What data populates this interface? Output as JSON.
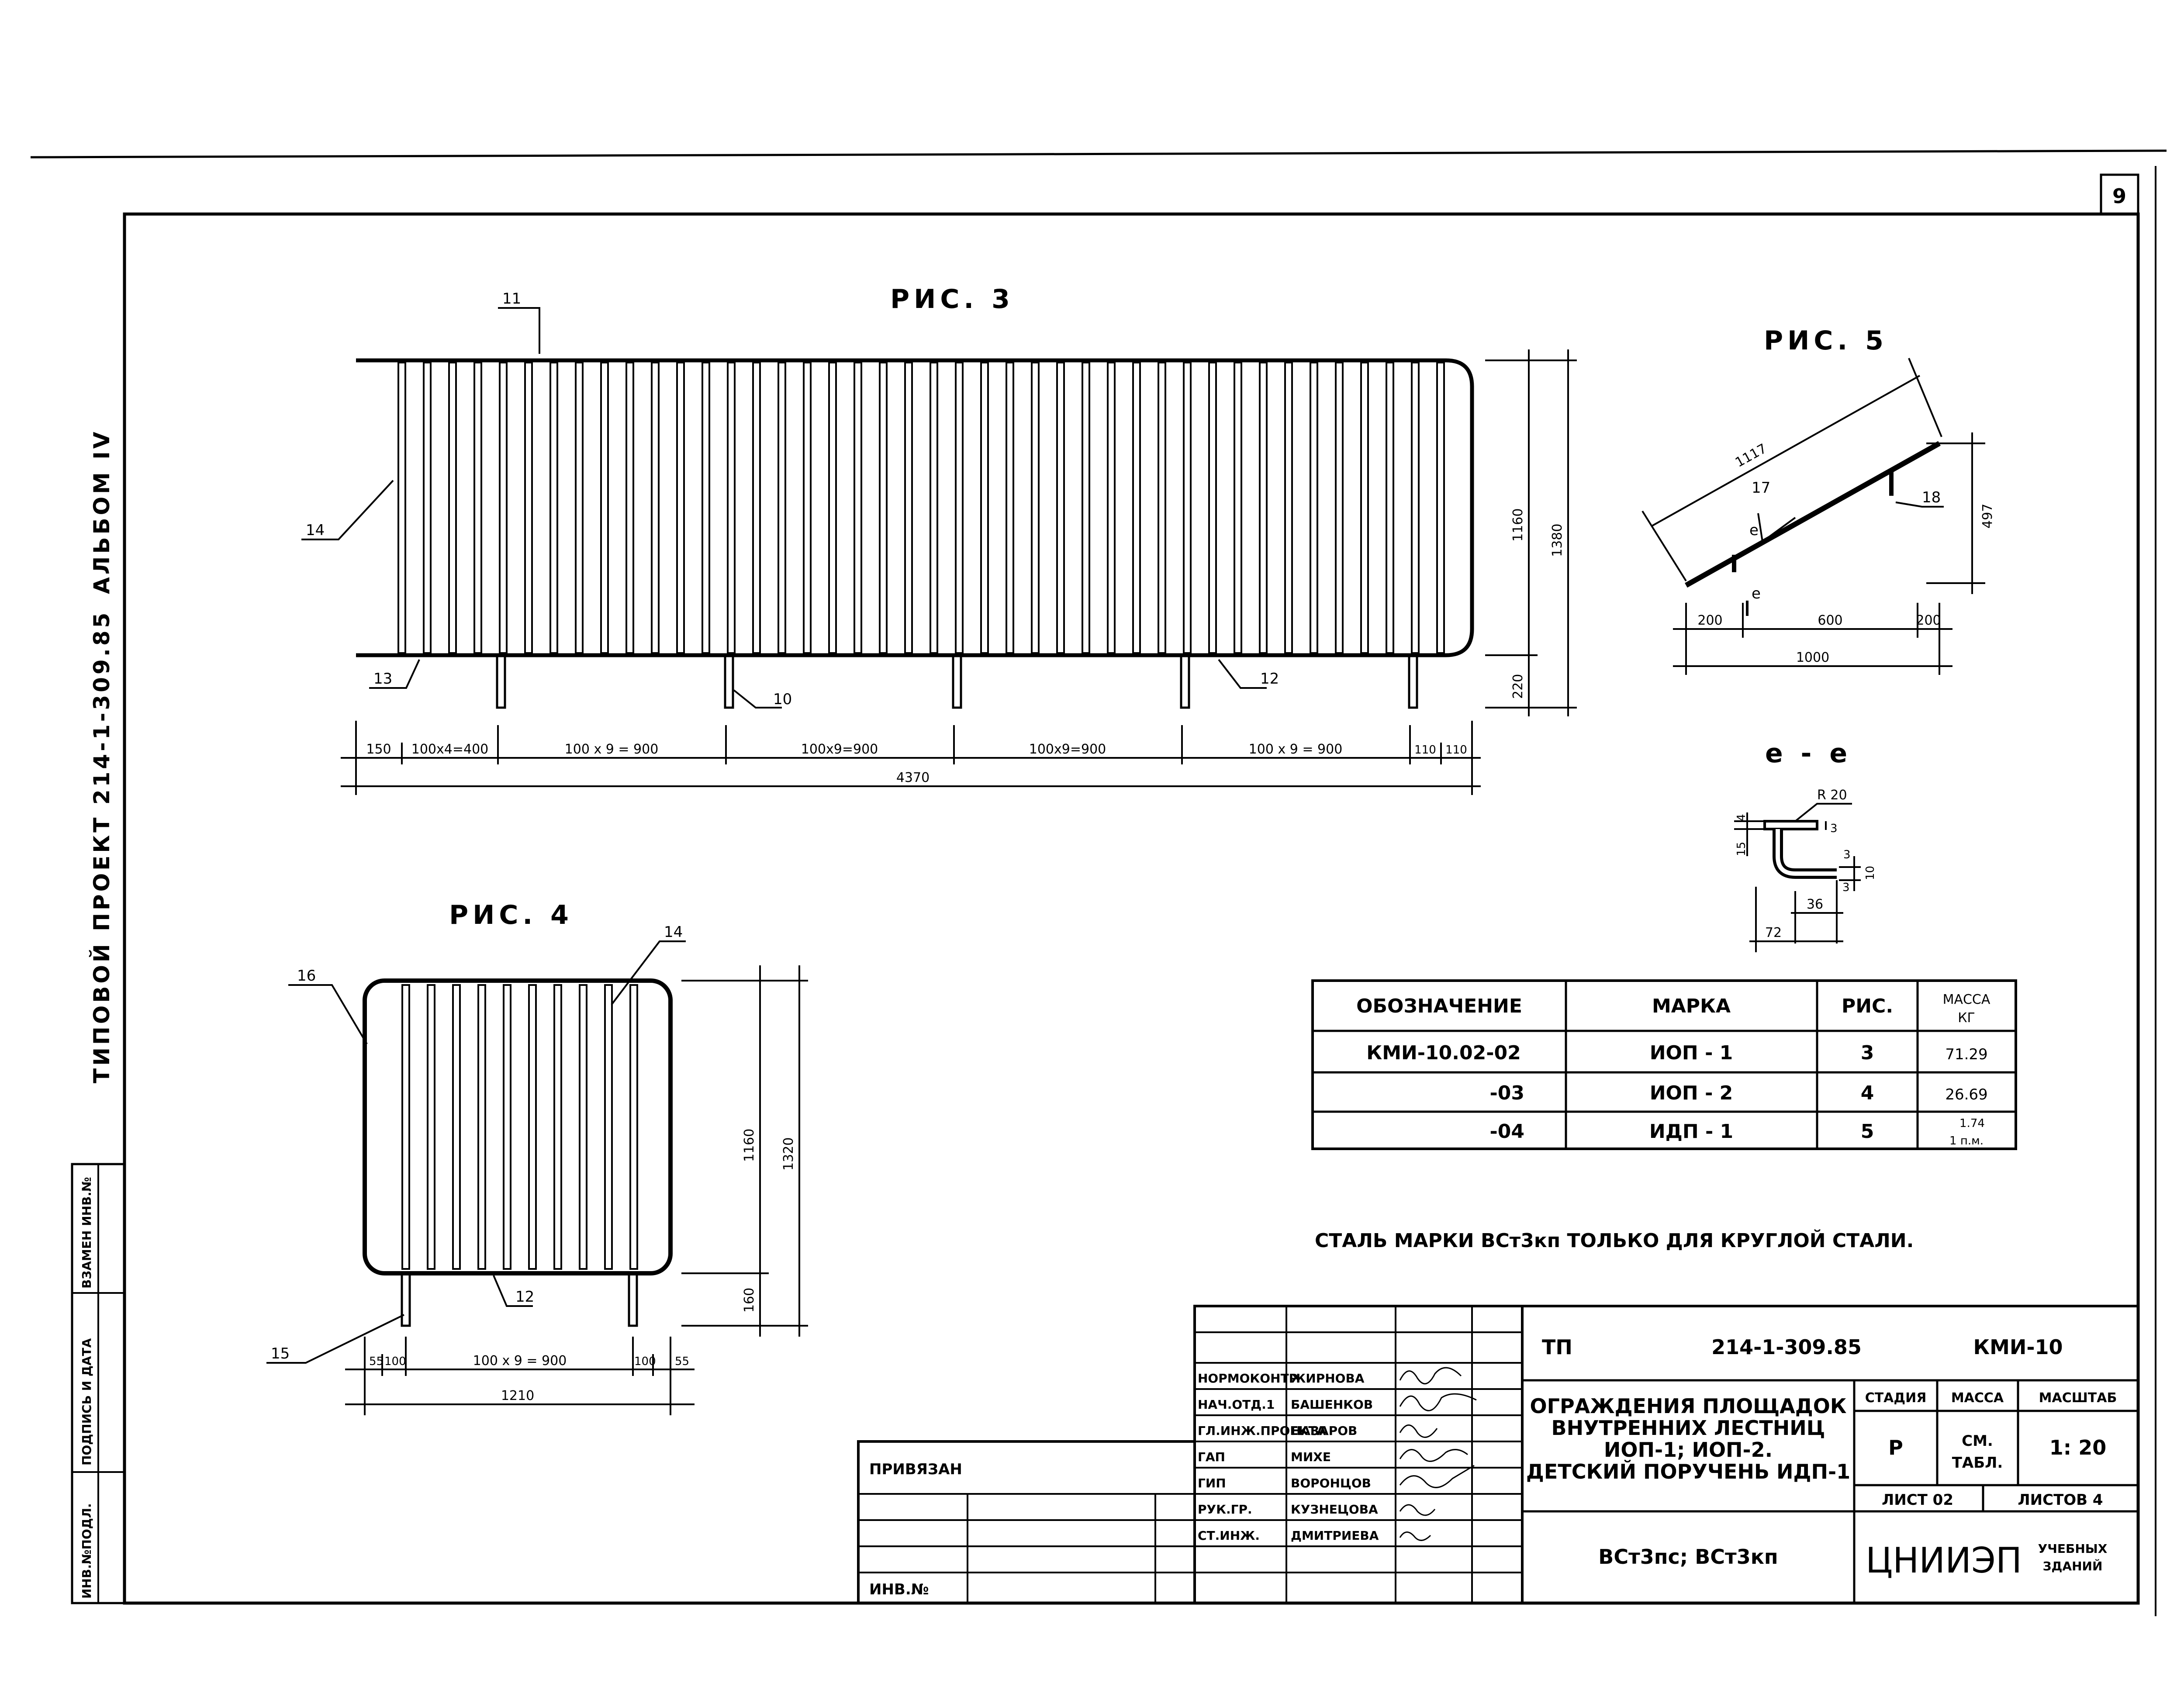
{
  "sheet_number": "9",
  "side_stamp": {
    "project": "ТИПОВОЙ ПРОЕКТ 214-1-309.85",
    "album": "АЛЬБОМ IV",
    "box_labels": [
      "ИНВ.№ПОДЛ.",
      "ПОДПИСЬ И ДАТА",
      "ВЗАМЕН ИНВ.№"
    ]
  },
  "fig3": {
    "title": "РИС. 3",
    "callouts": [
      "11",
      "14",
      "13",
      "10",
      "12"
    ],
    "dims_bottom": [
      "150",
      "100x4=400",
      "100 x 9 = 900",
      "100x9=900",
      "100x9=900",
      "100 x 9 = 900",
      "110",
      "110"
    ],
    "dim_total": "4370",
    "dims_right": [
      "1160",
      "1380",
      "220"
    ]
  },
  "fig4": {
    "title": "РИС. 4",
    "callouts": [
      "16",
      "14",
      "15",
      "12"
    ],
    "dims_bottom": [
      "55",
      "100",
      "100 x 9 = 900",
      "100",
      "55"
    ],
    "dim_total": "1210",
    "dims_right": [
      "1160",
      "1320",
      "160"
    ]
  },
  "fig5": {
    "title": "РИС. 5",
    "callouts": [
      "17",
      "18"
    ],
    "section_mark": "е",
    "dims": [
      "1117",
      "497",
      "200",
      "600",
      "200",
      "1000"
    ]
  },
  "section_ee": {
    "title": "е - е",
    "dims": [
      "R 20",
      "15",
      "4",
      "3",
      "3",
      "10",
      "3",
      "36",
      "72"
    ]
  },
  "table": {
    "headers": [
      "ОБОЗНАЧЕНИЕ",
      "МАРКА",
      "РИС.",
      "МАССА",
      "КГ"
    ],
    "rows": [
      {
        "code": "КМИ-10.02-02",
        "mark": "ИОП - 1",
        "fig": "3",
        "mass": "71.29"
      },
      {
        "code": "-03",
        "mark": "ИОП - 2",
        "fig": "4",
        "mass": "26.69"
      },
      {
        "code": "-04",
        "mark": "ИДП - 1",
        "fig": "5",
        "mass": "1.74",
        "mass_unit": "1 п.м."
      }
    ]
  },
  "note": "СТАЛЬ МАРКИ ВСт3кп ТОЛЬКО ДЛЯ КРУГЛОЙ СТАЛИ.",
  "stamp": {
    "tp": "ТП",
    "number": "214-1-309.85",
    "code": "КМИ-10",
    "name": [
      "ОГРАЖДЕНИЯ ПЛОЩАДОК",
      "ВНУТРЕННИХ ЛЕСТНИЦ",
      "ИОП-1; ИОП-2.",
      "ДЕТСКИЙ ПОРУЧЕНЬ ИДП-1"
    ],
    "material": "ВСт3пс; ВСт3кп",
    "stage_h": "СТАДИЯ",
    "mass_h": "МАССА",
    "scale_h": "МАСШТАБ",
    "stage": "Р",
    "mass": "СМ.",
    "mass2": "ТАБЛ.",
    "scale": "1: 20",
    "sheet": "ЛИСТ 02",
    "sheets": "ЛИСТОВ 4",
    "org": "ЦНИИЭП",
    "org_sub1": "УЧЕБНЫХ",
    "org_sub2": "ЗДАНИЙ",
    "privyazan": "ПРИВЯЗАН",
    "inv": "ИНВ.№",
    "roles": [
      "НОРМОКОНТР",
      "НАЧ.ОТД.1",
      "ГЛ.ИНЖ.ПРОЕКТА",
      "ГАП",
      "ГИП",
      "РУК.ГР.",
      "СТ.ИНЖ."
    ],
    "names": [
      "ЖИРНОВА",
      "БАШЕНКОВ",
      "НАЗАРОВ",
      "МИХЕ",
      "ВОРОНЦОВ",
      "КУЗНЕЦОВА",
      "ДМИТРИЕВА"
    ]
  }
}
